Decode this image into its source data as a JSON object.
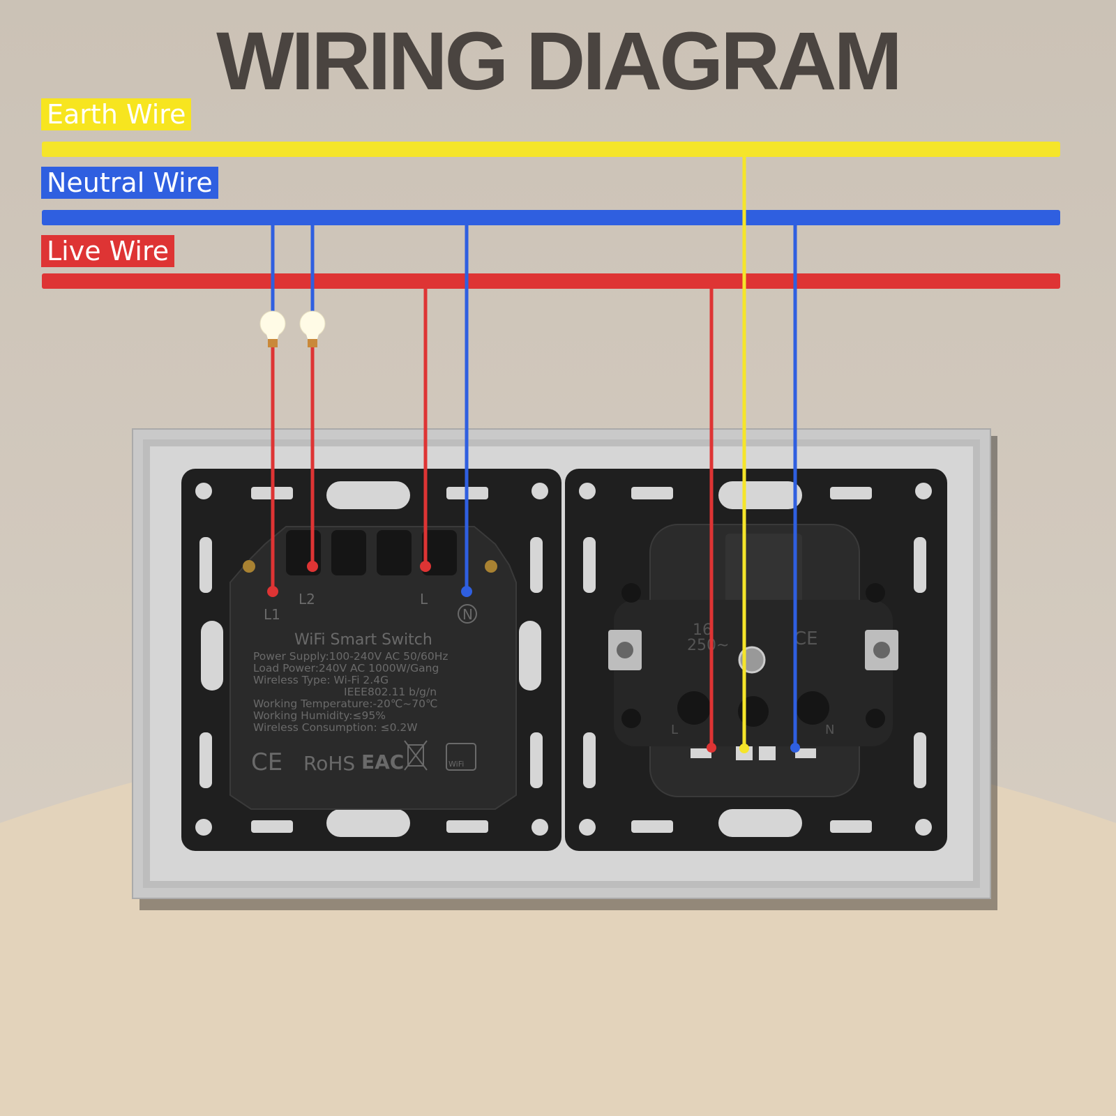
{
  "title": "WIRING DIAGRAM",
  "legend": {
    "earth": "Earth Wire",
    "neutral": "Neutral Wire",
    "live": "Live Wire"
  },
  "colors": {
    "earth": "#f5e52a",
    "neutral": "#2f5fe0",
    "live": "#de3434"
  },
  "switch": {
    "terminals": {
      "l1": "L1",
      "l2": "L2",
      "l": "L",
      "n": "N"
    },
    "name": "WiFi Smart Switch",
    "specs": [
      "Power Supply:100-240V AC 50/60Hz",
      "Load Power:240V AC 1000W/Gang",
      "Wireless Type: Wi-Fi 2.4G",
      "IEEE802.11 b/g/n",
      "Working Temperature:-20℃~70℃",
      "Working Humidity:≤95%",
      "Wireless Consumption: ≤0.2W"
    ],
    "marks": {
      "ce": "CE",
      "rohs": "RoHS",
      "eac": "EAC",
      "wifi": "WiFi"
    }
  },
  "socket": {
    "rating_top": "16",
    "rating_bottom": "250~",
    "ce": "CE",
    "l": "L",
    "n": "N"
  }
}
